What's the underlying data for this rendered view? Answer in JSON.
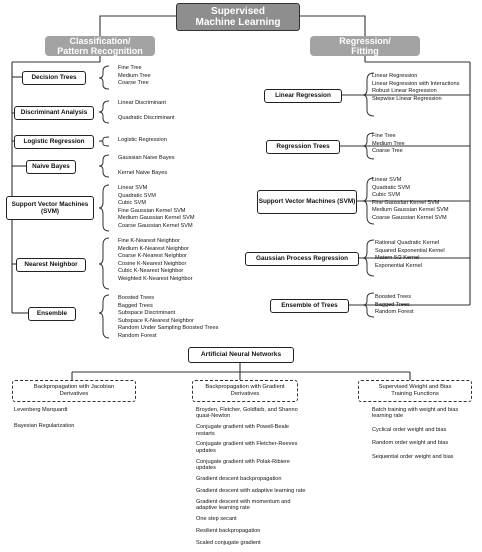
{
  "root": {
    "line1": "Supervised",
    "line2": "Machine Learning"
  },
  "classification": {
    "title_line1": "Classification/",
    "title_line2": "Pattern Recognition",
    "groups": [
      {
        "name": "Decision Trees",
        "items": [
          "Fine Tree",
          "Medium Tree",
          "Coarse Tree"
        ]
      },
      {
        "name": "Discriminant Analysis",
        "items": [
          "Linear Discriminant",
          "",
          "Quadratic Discriminant"
        ]
      },
      {
        "name": "Logistic Regression",
        "items": [
          "Logistic Regression"
        ]
      },
      {
        "name": "Naive Bayes",
        "items": [
          "Gaussian Naive Bayes",
          "",
          "Kernel Naive Bayes"
        ]
      },
      {
        "name": "Support Vector Machines (SVM)",
        "items": [
          "Linear SVM",
          "Quadratic SVM",
          "Cubic SVM",
          "Fine Gaussian Kernel SVM",
          "Medium Gaussian Kernel SVM",
          "Coarse Gaussian Kernel SVM"
        ]
      },
      {
        "name": "Nearest Neighbor",
        "items": [
          "Fine K-Nearest Neighbor",
          "Medium K-Nearest Neighbor",
          "Coarse K-Nearest Neighbor",
          "Cosine K-Nearest Neighbor",
          "Cubic K-Nearest Neighbor",
          "Weighted K-Nearest Neighbor"
        ]
      },
      {
        "name": "Ensemble",
        "items": [
          "Boosted Trees",
          "Bagged Trees",
          "Subspace Discriminant",
          "Subspace K-Nearest Neighbor",
          "Random Under Sampling Boosted Trees",
          "Random Forest"
        ]
      }
    ]
  },
  "regression": {
    "title_line1": "Regression/",
    "title_line2": "Fitting",
    "groups": [
      {
        "name": "Linear Regression",
        "items": [
          "Linear Regression",
          "Linear Regression with Interactions",
          "Robust Linear Regression",
          "Stepwise Linear Regression"
        ]
      },
      {
        "name": "Regression Trees",
        "items": [
          "Fine Tree",
          "Medium Tree",
          "Coarse Tree"
        ]
      },
      {
        "name": "Support Vector Machines (SVM)",
        "items": [
          "Linear SVM",
          "Quadratic SVM",
          "Cubic SVM",
          "Fine Gaussian Kernel SVM",
          "Medium Gaussian Kernel SVM",
          "Coarse Gaussian Kernel SVM"
        ]
      },
      {
        "name": "Gaussian Process Regression",
        "items": [
          "Rational Quadratic Kernel",
          "Squared Exponential Kernel",
          "Matern 5/2 Kernel",
          "Exponential Kernel"
        ]
      },
      {
        "name": "Ensemble of Trees",
        "items": [
          "Boosted Trees",
          "Bagged Trees",
          "Random Forest"
        ]
      }
    ]
  },
  "ann": {
    "title": "Artificial Neural Networks",
    "jacobian": {
      "title_line1": "Backpropagation with Jacobian",
      "title_line2": "Derivatives",
      "items": [
        "Levenberg Marquardt",
        "Bayesian Regularization"
      ]
    },
    "gradient": {
      "title_line1": "Backpropagation with Gradient",
      "title_line2": "Derivatives",
      "items": [
        "Broyden, Fletcher, Goldfarb, and Shanno quasi-Newton",
        "Conjugate gradient with Powell-Beale restarts",
        "Conjugate gradient with Fletcher-Reeves updates",
        "Conjugate gradient with Polak-Ribiere updates",
        "Gradient descent backpropagation",
        "Gradient descent with adaptive learning rate",
        "Gradient descent with momentum and adaptive learning rate",
        "One step secant",
        "Resilient backpropagation",
        "Scaled conjugate gradient"
      ]
    },
    "weight_bias": {
      "title_line1": "Supervised Weight and Bias",
      "title_line2": "Training Functions",
      "items": [
        "Batch training with weight and bias learning rate",
        "Cyclical order weight and bias",
        "Random order weight and bias",
        "Sequential order weight and bias"
      ]
    }
  }
}
